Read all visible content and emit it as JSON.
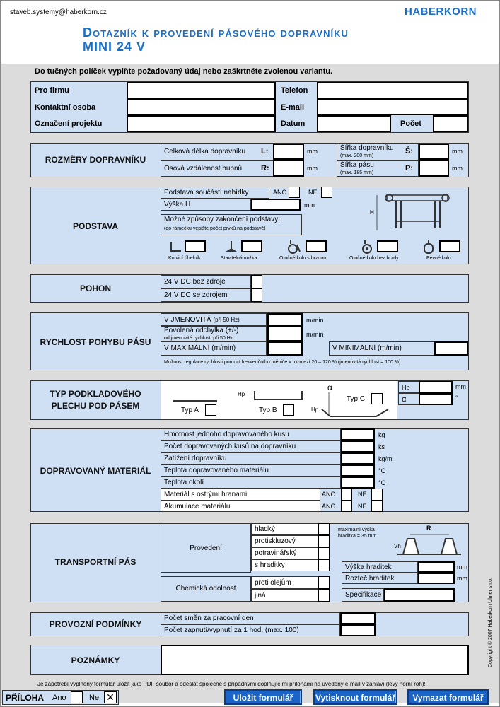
{
  "header": {
    "email": "staveb.systemy@haberkorn.cz",
    "brand": "HABERKORN",
    "title_line1": "Dotazník k provedení pásového dopravníku",
    "title_line2": "MINI 24 V"
  },
  "instruction": "Do tučných políček vyplňte požadovaný údaj nebo zaškrtněte zvolenou variantu.",
  "contact": {
    "firm": "Pro firmu",
    "person": "Kontaktní osoba",
    "project": "Označení projektu",
    "phone": "Telefon",
    "email": "E-mail",
    "date": "Datum",
    "count": "Počet"
  },
  "dims": {
    "title": "ROZMĚRY DOPRAVNÍKU",
    "total_length": "Celková délka dopravníku",
    "L": "L:",
    "axis_distance": "Osová vzdálenost bubnů",
    "R": "R:",
    "conv_width": "Šířka dopravníku",
    "conv_width_note": "(max. 200 mm)",
    "S": "Š:",
    "belt_width": "Šířka pásu",
    "belt_width_note": "(max. 185 mm)",
    "P": "P:",
    "mm": "mm"
  },
  "stand": {
    "title": "PODSTAVA",
    "part_of_offer": "Podstava součástí nabídky",
    "ano": "ANO",
    "ne": "NE",
    "height": "Výška H",
    "mm": "mm",
    "endings": "Možné způsoby zakončení podstavy:",
    "endings_note": "(do rámečku vepište počet prvků na podstavě)",
    "h_label": "H",
    "foot1": "Kotvicí úhelník",
    "foot2": "Stavitelná nožka",
    "foot3": "Otočné kolo s brzdou",
    "foot4": "Otočné kolo bez brzdy",
    "foot5": "Pevné kolo"
  },
  "drive": {
    "title": "POHON",
    "opt1": "24 V DC bez zdroje",
    "opt2": "24 V DC se zdrojem"
  },
  "speed": {
    "title": "RYCHLOST POHYBU PÁSU",
    "v_nom": "V JMENOVITÁ",
    "v_nom_note": "(při 50 Hz)",
    "deviation": "Povolená odchylka (+/-)",
    "deviation_note": "od jmenovité rychlosti při 50 Hz",
    "v_max": "V MAXIMÁLNÍ",
    "v_max_unit": "(m/min)",
    "v_min": "V MINIMÁLNÍ",
    "v_min_unit": "(m/min)",
    "unit": "m/min",
    "note": "Možnost regulace rychlosti pomocí frekvenčního měniče v rozmezí 20 – 120 % (jmenovitá rychlost = 100 %)"
  },
  "plate": {
    "title_line1": "TYP PODKLADOVÉHO",
    "title_line2": "PLECHU POD PÁSEM",
    "type_a": "Typ A",
    "type_b": "Typ B",
    "type_c": "Typ C",
    "hp": "Hp",
    "alpha": "α",
    "mm": "mm",
    "deg": "°"
  },
  "material": {
    "title": "DOPRAVOVANÝ MATERIÁL",
    "rows": [
      {
        "label": "Hmotnost jednoho dopravovaného kusu",
        "unit": "kg"
      },
      {
        "label": "Počet dopravovaných kusů na dopravníku",
        "unit": "ks"
      },
      {
        "label": "Zatížení dopravníku",
        "unit": "kg/m"
      },
      {
        "label": "Teplota dopravovaného materiálu",
        "unit": "°C"
      },
      {
        "label": "Teplota okolí",
        "unit": "°C"
      }
    ],
    "sharp": "Materiál s ostrými hranami",
    "accum": "Akumulace materiálu",
    "ano": "ANO",
    "ne": "NE"
  },
  "belt": {
    "title": "TRANSPORTNÍ PÁS",
    "design": "Provedení",
    "opts": [
      "hladký",
      "protiskluzový",
      "potravinářský",
      "s hraditky"
    ],
    "chem": "Chemická odolnost",
    "chem_opts": [
      "proti olejům",
      "jiná"
    ],
    "max_height": "maximální výška",
    "max_height2": "hraditka = 35 mm",
    "r": "R",
    "vh": "Vh",
    "cleat_height": "Výška hraditek",
    "cleat_spacing": "Rozteč hraditek",
    "spec": "Specifikace",
    "mm": "mm"
  },
  "operating": {
    "title": "PROVOZNÍ PODMÍNKY",
    "shifts": "Počet směn za pracovní den",
    "switches": "Počet zapnutí/vypnutí za 1 hod. (max. 100)"
  },
  "notes": {
    "title": "POZNÁMKY"
  },
  "footer": {
    "info": "Je zapotřebí vyplněný formulář uložit jako PDF soubor a odeslat společně s případnými doplňujícími přílohami na uvedený e-mail v záhlaví (levý horní roh)!",
    "attachment": "PŘÍLOHA",
    "ano": "Ano",
    "ne": "Ne",
    "ne_mark": "✕",
    "save": "Uložit formulář",
    "print": "Vytisknout formulář",
    "clear": "Vymazat formulář",
    "copyright": "Copyright © 2007 Haberkorn Ulmer s.r.o."
  }
}
